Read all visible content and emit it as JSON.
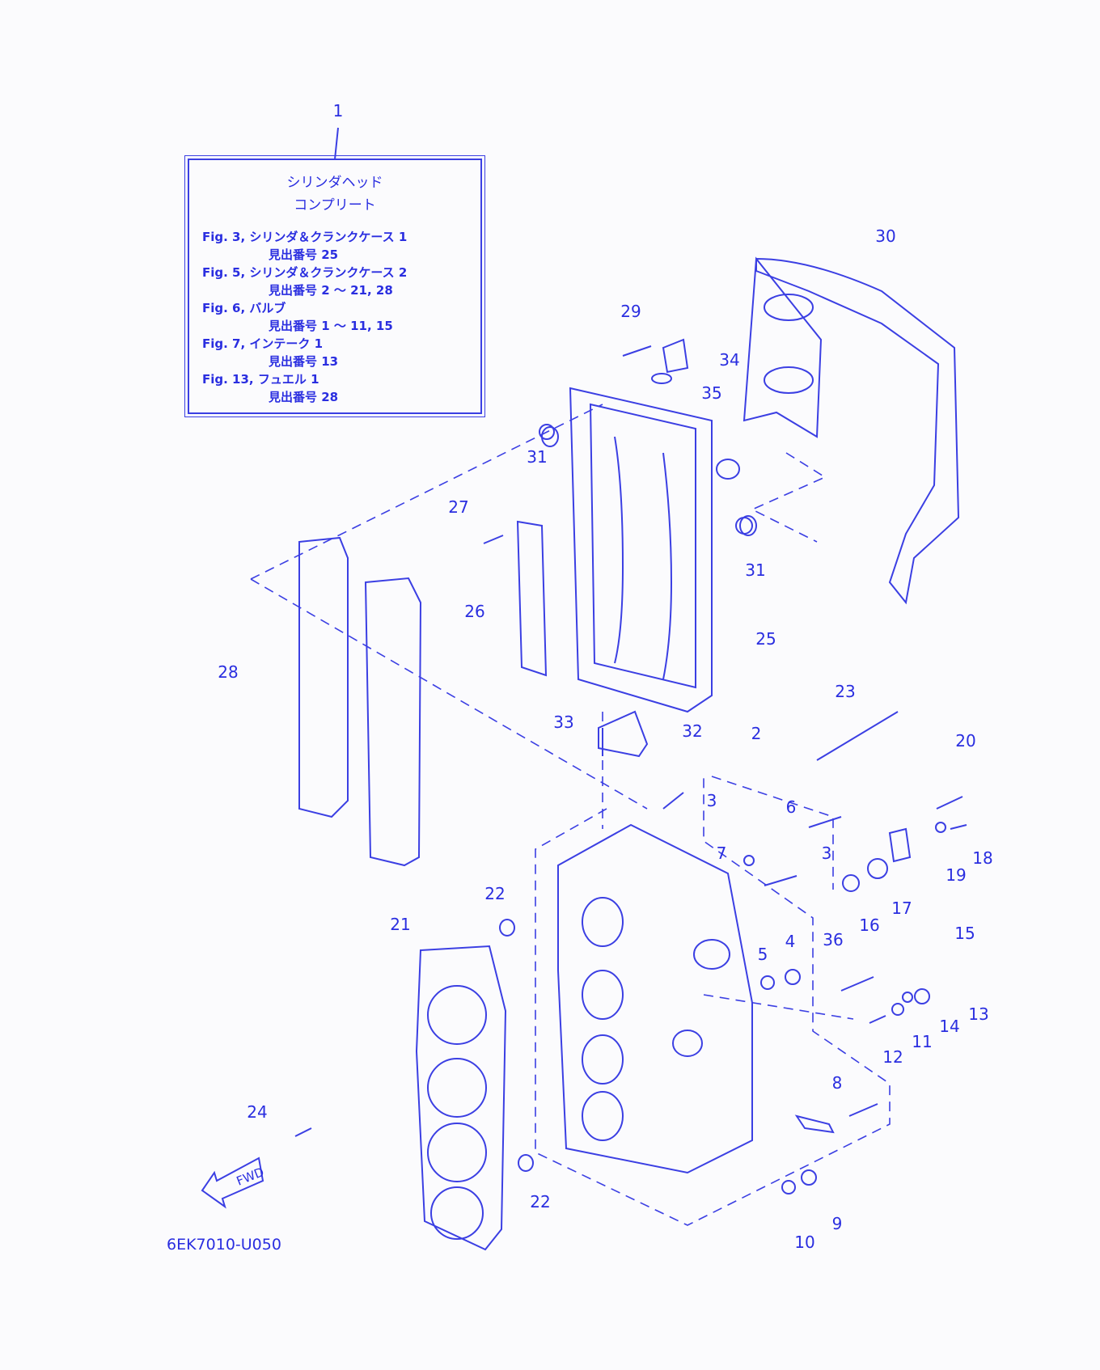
{
  "diagram_code": "6EK7010-U050",
  "fwd_label": "FWD",
  "legend": {
    "title_line1": "シリンダヘッド",
    "title_line2": "コンプリート",
    "refs": [
      {
        "fig": "Fig. 3, シリンダ＆クランクケース 1",
        "items": "見出番号 25"
      },
      {
        "fig": "Fig. 5, シリンダ＆クランクケース 2",
        "items": "見出番号 2 ～ 21, 28"
      },
      {
        "fig": "Fig. 6, バルブ",
        "items": "見出番号 1 ～ 11, 15"
      },
      {
        "fig": "Fig. 7, インテーク 1",
        "items": "見出番号 13"
      },
      {
        "fig": "Fig. 13, フュエル 1",
        "items": "見出番号 28"
      }
    ]
  },
  "callouts": [
    "1",
    "30",
    "29",
    "34",
    "35",
    "31",
    "27",
    "31",
    "26",
    "25",
    "28",
    "23",
    "33",
    "32",
    "2",
    "20",
    "3",
    "6",
    "7",
    "3",
    "18",
    "22",
    "19",
    "17",
    "16",
    "15",
    "21",
    "5",
    "4",
    "36",
    "13",
    "14",
    "11",
    "12",
    "8",
    "24",
    "22",
    "9",
    "10"
  ],
  "colors": {
    "line": "#2a2ee0",
    "background": "#fbfbfd"
  }
}
